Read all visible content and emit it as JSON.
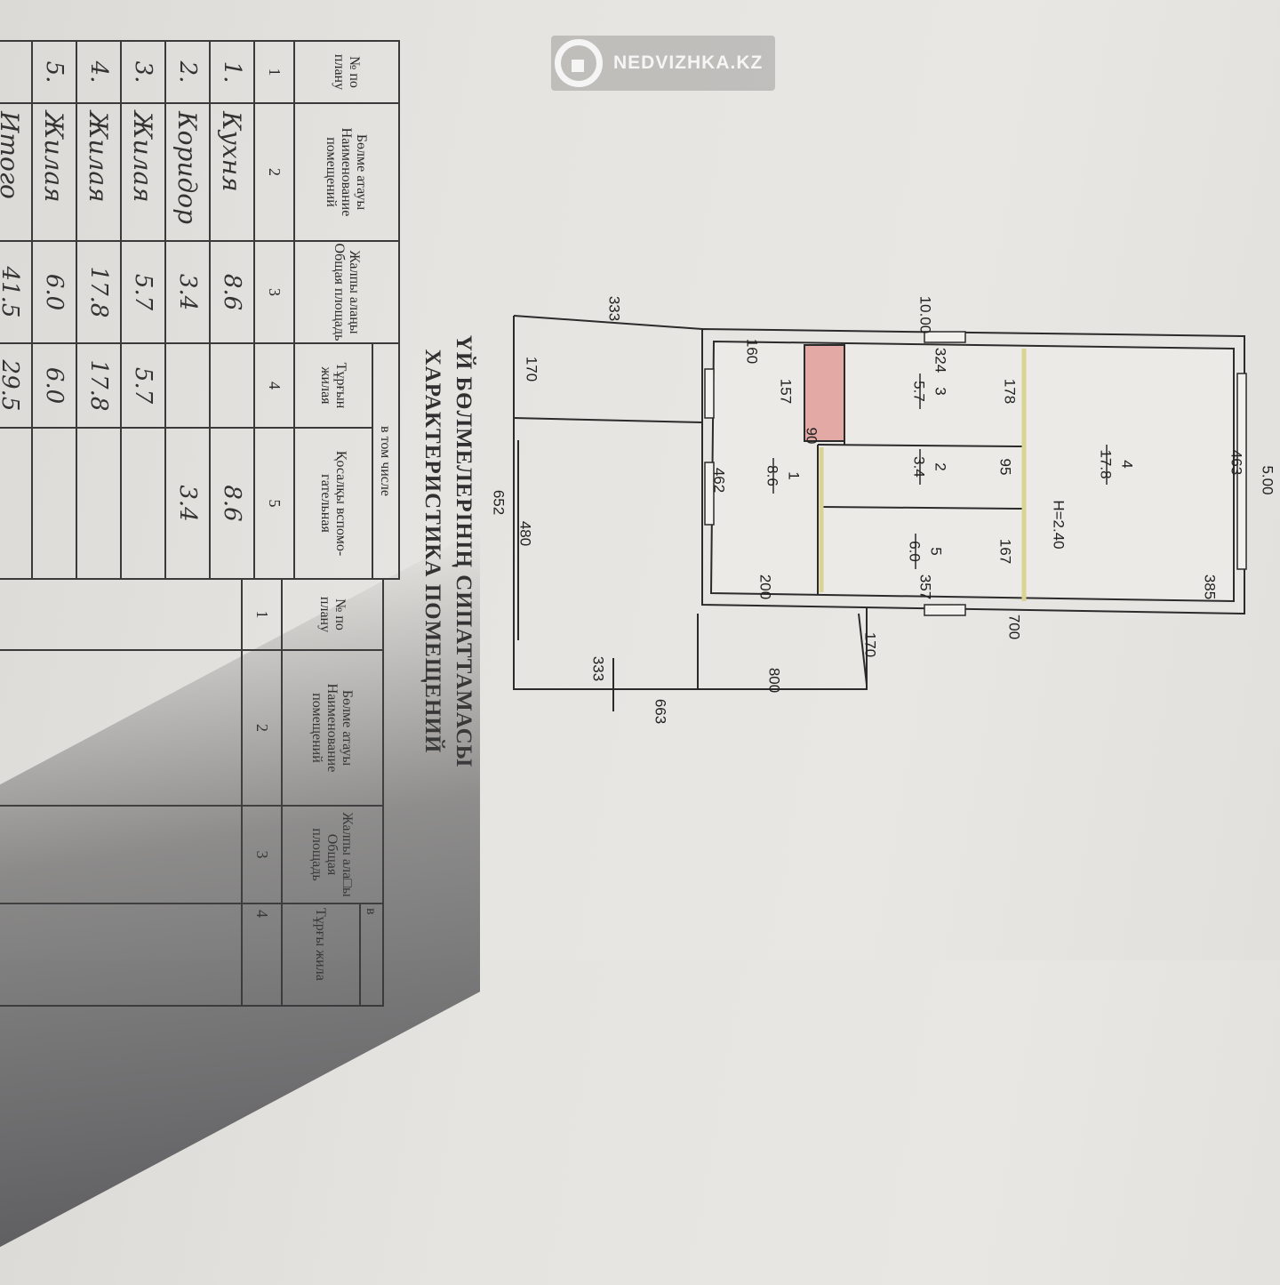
{
  "watermark": {
    "text": "NEDVIZHKA.KZ",
    "icon": "house-icon"
  },
  "title": {
    "kz": "ҮЙ БӨЛМЕЛЕРІНІҢ СИПАТТАМАСЫ",
    "ru": "ХАРАКТЕРИСТИКА ПОМЕЩЕНИЙ"
  },
  "table1": {
    "headers": {
      "no": "№ по плану",
      "name": "Бөлме атауы Наименование помещений",
      "total": "Жалпы алаңы Общая площадь",
      "incl": "в том числе",
      "living": "Тұрғын жилая",
      "aux": "Қосалқы вспомо-гательная"
    },
    "col_numbers": [
      "1",
      "2",
      "3",
      "4",
      "5"
    ],
    "rows": [
      {
        "no": "1.",
        "name": "Кухня",
        "total": "8.6",
        "living": "",
        "aux": "8.6"
      },
      {
        "no": "2.",
        "name": "Коридор",
        "total": "3.4",
        "living": "",
        "aux": "3.4"
      },
      {
        "no": "3.",
        "name": "Жилая",
        "total": "5.7",
        "living": "5.7",
        "aux": ""
      },
      {
        "no": "4.",
        "name": "Жилая",
        "total": "17.8",
        "living": "17.8",
        "aux": ""
      },
      {
        "no": "5.",
        "name": "Жилая",
        "total": "6.0",
        "living": "6.0",
        "aux": ""
      },
      {
        "no": "",
        "name": "Итого",
        "total": "41.5",
        "living": "29.5",
        "aux": ""
      }
    ]
  },
  "table2": {
    "headers": {
      "no": "№ по плану",
      "name": "Бөлме атауы Наименование помещений",
      "total": "Жалпы ала□ы Общая площадь",
      "living": "Тұрғы жила",
      "incl": "в"
    },
    "col_numbers": [
      "1",
      "2",
      "3",
      "4"
    ]
  },
  "plan": {
    "dims": {
      "top_annex": "333",
      "top_house": "10.00",
      "annex_side": "170",
      "kitchen_top": "160",
      "room3_top": "324",
      "stove_side": "157",
      "room3_side": "178",
      "stove_bottom": "90",
      "annex_total": "652",
      "annex_depth": "480",
      "kitchen_side": "462",
      "corridor_side": "95",
      "room4_side": "463",
      "house_side": "5.00",
      "room5_side": "167",
      "kitchen_bottom": "200",
      "room5_bottom": "357",
      "room4_bottom": "385",
      "house_bottom": "700",
      "porch_side": "170",
      "bottom_annex": "333",
      "porch_bottom": "800",
      "bottom_total": "663"
    },
    "rooms": [
      {
        "num": "1",
        "area": "8.6"
      },
      {
        "num": "2",
        "area": "3.4"
      },
      {
        "num": "3",
        "area": "5.7"
      },
      {
        "num": "4",
        "area": "17.8"
      },
      {
        "num": "5",
        "area": "6.0"
      }
    ],
    "height": "H=2.40",
    "colors": {
      "room_num": "#d0333a",
      "height": "#2a4fb8",
      "stove": "#e3a9a4",
      "partition": "#e0dca0"
    }
  }
}
